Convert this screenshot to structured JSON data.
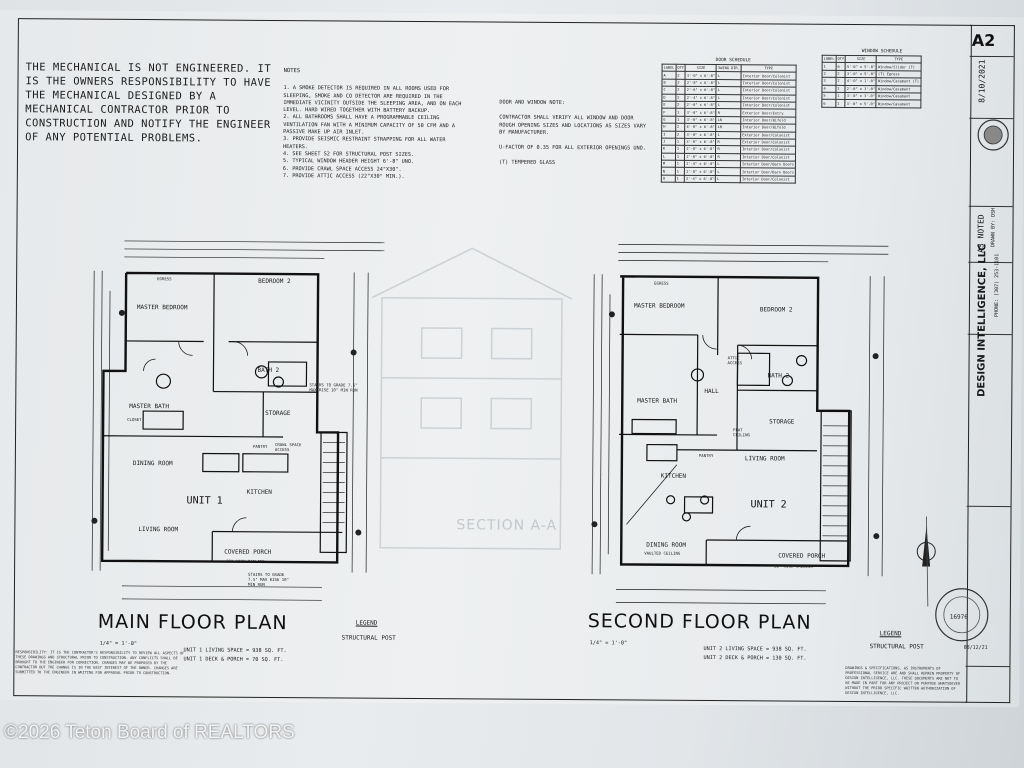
{
  "sheet_number": "A2",
  "company": "DESIGN INTELLIGENCE, LLC",
  "phone": "PHONE: (307) 253-1101",
  "date": "8/10/2021",
  "scale": "AS NOTED",
  "drawn_by": "DRAWN BY: DSH",
  "stamp_number": "16976",
  "stamp_date": "08/12/21",
  "mechanical_note": "THE MECHANICAL IS NOT ENGINEERED. IT IS THE OWNERS RESPONSIBILITY TO HAVE THE MECHANICAL DESIGNED BY A MECHANICAL CONTRACTOR PRIOR TO CONSTRUCTION AND NOTIFY THE ENGINEER OF ANY POTENTIAL PROBLEMS.",
  "notes": {
    "heading": "NOTES",
    "items": [
      "1. A SMOKE DETECTOR IS REQUIRED IN ALL ROOMS USED FOR SLEEPING, SMOKE AND CO DETECTOR ARE REQUIRED IN THE IMMEDIATE VICINITY OUTSIDE THE SLEEPING AREA, AND ON EACH LEVEL. HARD WIRED TOGETHER WITH BATTERY BACKUP.",
      "2. ALL BATHROOMS SHALL HAVE A PROGRAMMABLE CEILING VENTILATION FAN WITH A MINIMUM CAPACITY OF 50 CFM AND A PASSIVE MAKE UP AIR INLET.",
      "3. PROVIDE SEISMIC RESTRAINT STRAPPING FOR ALL WATER HEATERS.",
      "4. SEE SHEET S2 FOR STRUCTURAL POST SIZES.",
      "5. TYPICAL WINDOW HEADER HEIGHT 6'-8\" UNO.",
      "6. PROVIDE CRAWL SPACE ACCESS 24\"x30\".",
      "7. PROVIDE ATTIC ACCESS (22\"x30\" MIN.)."
    ]
  },
  "door_window_note": {
    "heading": "DOOR AND WINDOW NOTE:",
    "p1": "CONTRACTOR SHALL VERIFY ALL WINDOW AND DOOR ROUGH OPENING SIZES AND LOCATIONS AS SIZES VARY BY MANUFACTURER.",
    "p2": "U-FACTOR OF 0.35 FOR ALL EXTERIOR OPENINGS UNO.",
    "p3": "(T) TEMPERED GLASS"
  },
  "door_schedule": {
    "title": "DOOR SCHEDULE",
    "headers": [
      "LABEL",
      "QTY",
      "SIZE",
      "SWING DIR.",
      "TYPE"
    ],
    "rows": [
      [
        "A",
        "2",
        "3'-0\" x 6'-8\"",
        "L",
        "Interior Door/Colonist"
      ],
      [
        "B",
        "2",
        "2'-8\" x 6'-8\"",
        "L",
        "Interior Door/Colonist"
      ],
      [
        "C",
        "2",
        "2'-6\" x 6'-8\"",
        "L",
        "Interior Door/Colonist"
      ],
      [
        "D",
        "2",
        "2'-4\" x 6'-8\"",
        "L",
        "Interior Door/Colonist"
      ],
      [
        "E",
        "2",
        "2'-0\" x 6'-8\"",
        "L",
        "Interior Door/Colonist"
      ],
      [
        "F",
        "1",
        "3'-0\" x 6'-8\"",
        "R",
        "Exterior Door/Entry"
      ],
      [
        "G",
        "1",
        "3'-0\" x 6'-8\"",
        "LR",
        "Interior Door/Bifold"
      ],
      [
        "H",
        "2",
        "4'-0\" x 6'-8\"",
        "LR",
        "Interior Door/Bifold"
      ],
      [
        "I",
        "2",
        "3'-0\" x 6'-8\"",
        "L",
        "Exterior Door/Colonist"
      ],
      [
        "J",
        "1",
        "3'-0\" x 6'-8\"",
        "R",
        "Exterior Door/Colonist"
      ],
      [
        "K",
        "1",
        "2'-8\" x 6'-8\"",
        "R",
        "Interior Door/Colonist"
      ],
      [
        "L",
        "1",
        "2'-0\" x 6'-8\"",
        "R",
        "Interior Door/Colonist"
      ],
      [
        "M",
        "1",
        "2'-4\" x 6'-8\"",
        "L",
        "Interior Door/Barn Doors"
      ],
      [
        "N",
        "1",
        "2'-8\" x 6'-8\"",
        "L",
        "Interior Door/Barn Doors"
      ],
      [
        "O",
        "1",
        "2'-4\" x 6'-8\"",
        "L",
        "Interior Door/Colonist"
      ]
    ]
  },
  "window_schedule": {
    "title": "WINDOW SCHEDULE",
    "headers": [
      "LABEL",
      "QTY",
      "SIZE",
      "TYPE"
    ],
    "rows": [
      [
        "1",
        "6",
        "5'-0\" x 5'-0\"",
        "Window/Slider (T)"
      ],
      [
        "2",
        "2",
        "3'-0\" x 5'-0\"",
        "(T) Egress"
      ],
      [
        "3",
        "2",
        "4'-0\" x 1'-0\"",
        "Window/Casement (T)"
      ],
      [
        "4",
        "1",
        "2'-0\" x 3'-0\"",
        "Window/Casement"
      ],
      [
        "5",
        "1",
        "3'-0\" x 3'-0\"",
        "Window/Casement"
      ],
      [
        "6",
        "1",
        "3'-0\" x 5'-0\"",
        "Window/Casement"
      ]
    ]
  },
  "main_plan": {
    "title": "MAIN FLOOR PLAN",
    "scale": "1/4\" = 1'-0\"",
    "living_space": "UNIT 1 LIVING SPACE = 938 SQ. FT.",
    "deck_porch": "UNIT 1 DECK & PORCH = 70 SQ. FT.",
    "unit_label": "UNIT 1",
    "rooms": {
      "master_bedroom": "MASTER BEDROOM",
      "bedroom2": "BEDROOM 2",
      "bath2": "BATH 2",
      "master_bath": "MASTER BATH",
      "storage": "STORAGE",
      "dining": "DINING ROOM",
      "kitchen": "KITCHEN",
      "living": "LIVING ROOM",
      "porch": "COVERED PORCH",
      "closet": "CLOSET",
      "egress": "EGRESS",
      "pantry": "PANTRY",
      "crawl": "CRAWL SPACE ACCESS",
      "railing": "36\" HIGH RAILING",
      "stairs": "STAIRS TO GRADE 7.5\" MAX RISE 10\" MIN RUN",
      "stairs2": "STAIRS TO GRADE 7.5\" MAX RISE 10\" MIN RUN"
    }
  },
  "second_plan": {
    "title": "SECOND FLOOR PLAN",
    "scale": "1/4\" = 1'-0\"",
    "living_space": "UNIT 2 LIVING SPACE = 938 SQ. FT.",
    "deck_porch": "UNIT 2 DECK & PORCH = 130 SQ. FT.",
    "unit_label": "UNIT 2",
    "rooms": {
      "master_bedroom": "MASTER BEDROOM",
      "bedroom2": "BEDROOM 2",
      "bath2": "BATH 2",
      "master_bath": "MASTER BATH",
      "hall": "HALL",
      "storage": "STORAGE",
      "kitchen": "KITCHEN",
      "living": "LIVING ROOM",
      "dining": "DINING ROOM",
      "vaulted": "VAULTED CEILING",
      "flat": "FLAT CEILING",
      "porch": "COVERED PORCH",
      "railing": "36\" HIGH RAILING",
      "attic": "ATTIC ACCESS",
      "egress": "EGRESS",
      "pantry": "PANTRY"
    }
  },
  "legend": {
    "title": "LEGEND",
    "item": "STRUCTURAL POST"
  },
  "ghost_section": "SECTION A-A",
  "disclaimer_left": "RESPONSIBILITY: IT IS THE CONTRACTOR'S RESPONSIBILITY TO REVIEW ALL ASPECTS OF THESE DRAWINGS AND STRUCTURAL PRIOR TO CONSTRUCTION. ANY CONFLICTS SHALL BE BROUGHT TO THE ENGINEER FOR CORRECTION. CHANGES MAY BE PROPOSED BY THE CONTRACTOR BUT THE CHANGE IS IN THE BEST INTEREST OF THE OWNER. CHANGES ARE SUBMITTED TO THE ENGINEER IN WRITING FOR APPROVAL PRIOR TO CONSTRUCTION.",
  "disclaimer_right": "DRAWINGS & SPECIFICATIONS, AS INSTRUMENTS OF PROFESSIONAL SERVICE ARE AND SHALL REMAIN PROPERTY OF DESIGN INTELLIGENCE, LLC. THESE DOCUMENTS ARE NOT TO BE MADE IN PART FOR ANY PROJECT OR PURPOSE WHATSOEVER WITHOUT THE PRIOR SPECIFIC WRITTEN AUTHORIZATION OF DESIGN INTELLIGENCE, LLC.",
  "watermark": "©2026 Teton Board of REALTORS"
}
